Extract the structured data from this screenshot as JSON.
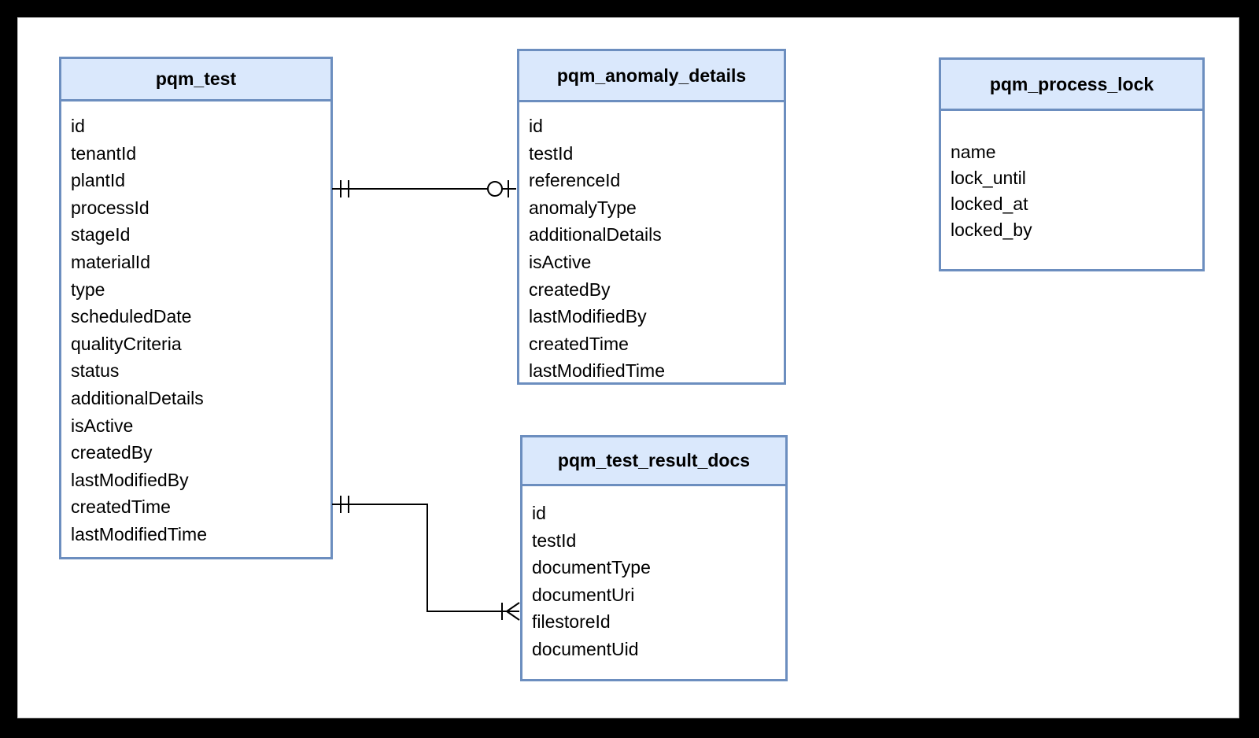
{
  "diagram": {
    "type": "entity-relationship",
    "colors": {
      "page_background": "#000000",
      "canvas_background": "#ffffff",
      "entity_header_fill": "#dae8fc",
      "entity_border": "#6c8ebf",
      "connector_line": "#000000",
      "text": "#000000"
    },
    "tables": [
      {
        "title": "pqm_test",
        "fields": [
          "id",
          "tenantId",
          "plantId",
          "processId",
          "stageId",
          "materialId",
          "type",
          "scheduledDate",
          "qualityCriteria",
          "status",
          "additionalDetails",
          "isActive",
          "createdBy",
          "lastModifiedBy",
          "createdTime",
          "lastModifiedTime"
        ]
      },
      {
        "title": "pqm_anomaly_details",
        "fields": [
          "id",
          "testId",
          "referenceId",
          "anomalyType",
          "additionalDetails",
          "isActive",
          "createdBy",
          "lastModifiedBy",
          "createdTime",
          "lastModifiedTime"
        ]
      },
      {
        "title": "pqm_process_lock",
        "fields": [
          "name",
          "lock_until",
          "locked_at",
          "locked_by"
        ]
      },
      {
        "title": "pqm_test_result_docs",
        "fields": [
          "id",
          "testId",
          "documentType",
          "documentUri",
          "filestoreId",
          "documentUid"
        ]
      }
    ],
    "relationships": [
      {
        "from": "pqm_test",
        "to": "pqm_anomaly_details",
        "from_cardinality": "exactly-one",
        "to_cardinality": "zero-or-one"
      },
      {
        "from": "pqm_test",
        "to": "pqm_test_result_docs",
        "from_cardinality": "exactly-one",
        "to_cardinality": "one-or-many"
      }
    ]
  }
}
